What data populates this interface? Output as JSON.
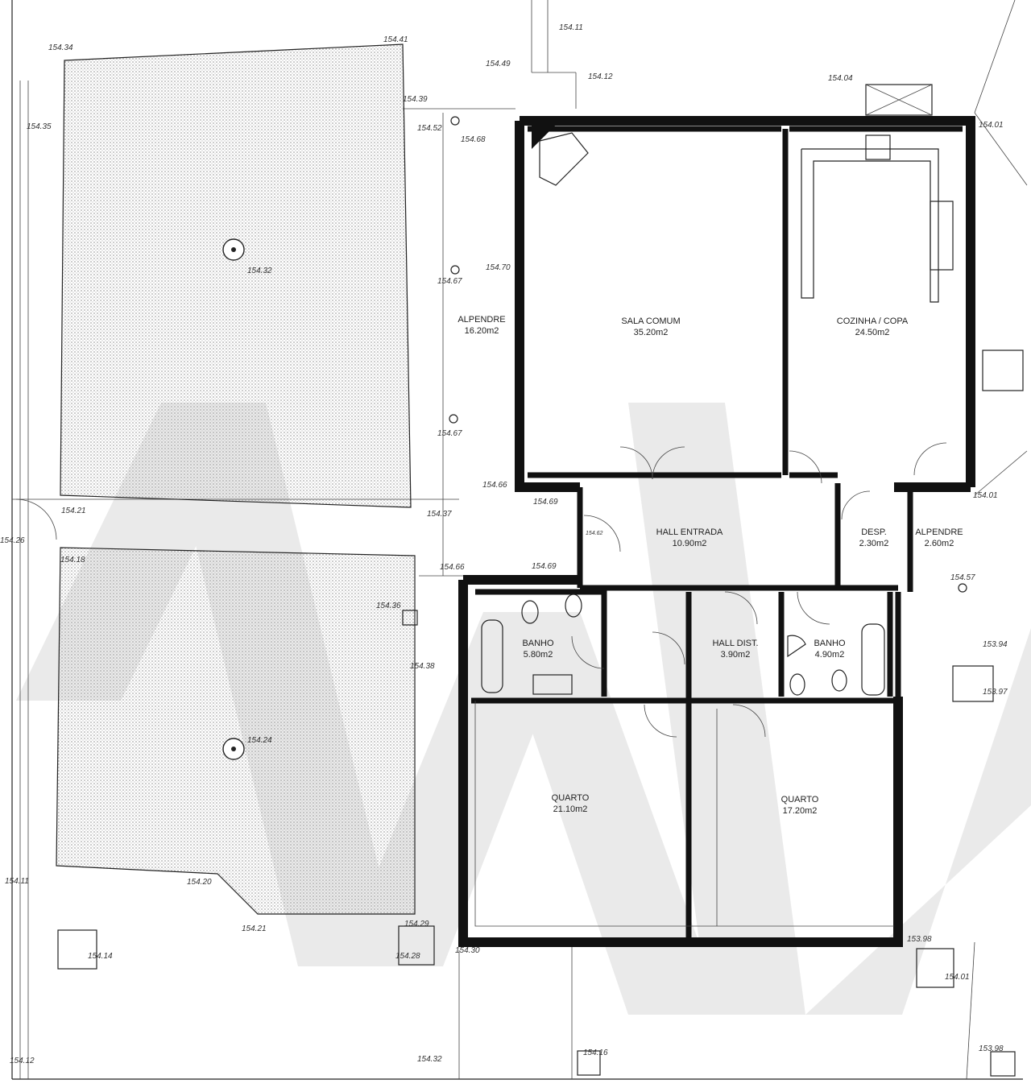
{
  "rooms": {
    "alpendre_w": {
      "name": "ALPENDRE",
      "area": "16.20m2"
    },
    "sala": {
      "name": "SALA COMUM",
      "area": "35.20m2"
    },
    "cozinha": {
      "name": "COZINHA / COPA",
      "area": "24.50m2"
    },
    "hall_entrada": {
      "name": "HALL ENTRADA",
      "area": "10.90m2"
    },
    "desp": {
      "name": "DESP.",
      "area": "2.30m2"
    },
    "alpendre_e": {
      "name": "ALPENDRE",
      "area": "2.60m2"
    },
    "banho_w": {
      "name": "BANHO",
      "area": "5.80m2"
    },
    "hall_dist": {
      "name": "HALL DIST.",
      "area": "3.90m2"
    },
    "banho_e": {
      "name": "BANHO",
      "area": "4.90m2"
    },
    "quarto_w": {
      "name": "QUARTO",
      "area": "21.10m2"
    },
    "quarto_e": {
      "name": "QUARTO",
      "area": "17.20m2"
    }
  },
  "elevations": [
    "154.11",
    "154.34",
    "154.41",
    "154.49",
    "154.12",
    "154.04",
    "154.39",
    "154.35",
    "154.52",
    "154.68",
    "154.01",
    "154.32",
    "154.70",
    "154.67",
    "154.67",
    "154.66",
    "154.69",
    "154.21",
    "154.37",
    "154.26",
    "154.18",
    "154.66",
    "154.69",
    "154.36",
    "154.38",
    "154.01",
    "154.57",
    "153.94",
    "153.97",
    "154.24",
    "154.11",
    "154.20",
    "154.21",
    "154.29",
    "154.28",
    "154.14",
    "154.30",
    "153.98",
    "154.01",
    "154.16",
    "154.32",
    "154.12",
    "153.98",
    "154.62"
  ],
  "colors": {
    "wall": "#111111",
    "hatch": "#bdbdbd",
    "watermark": "#d9d9d9"
  }
}
